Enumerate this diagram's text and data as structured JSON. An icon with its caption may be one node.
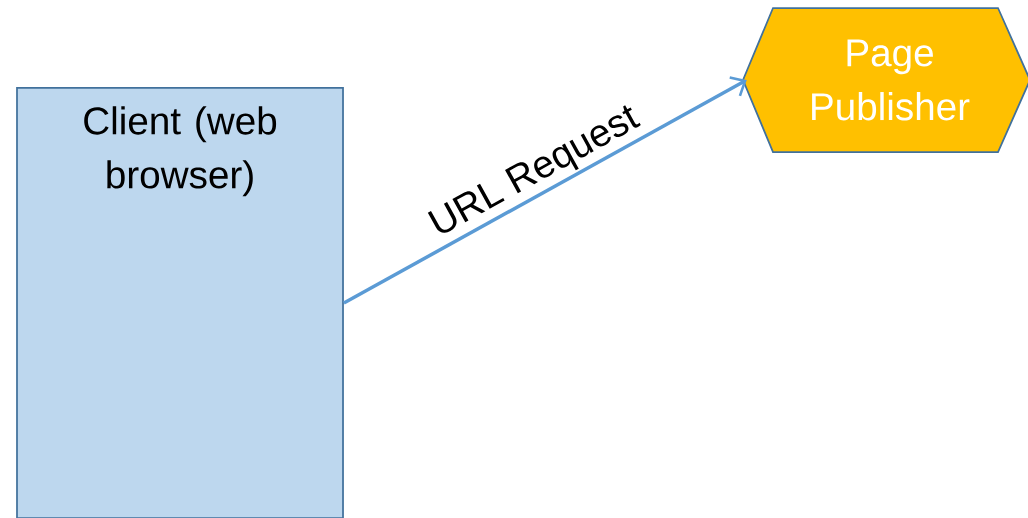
{
  "diagram": {
    "nodes": [
      {
        "text": [
          "Client (web browser)"
        ]
      },
      {
        "text": [
          "Page Publisher"
        ]
      }
    ],
    "edges": [
      {
        "from": 0,
        "to": 1,
        "arrow": "to",
        "label": "URL Request"
      }
    ]
  }
}
